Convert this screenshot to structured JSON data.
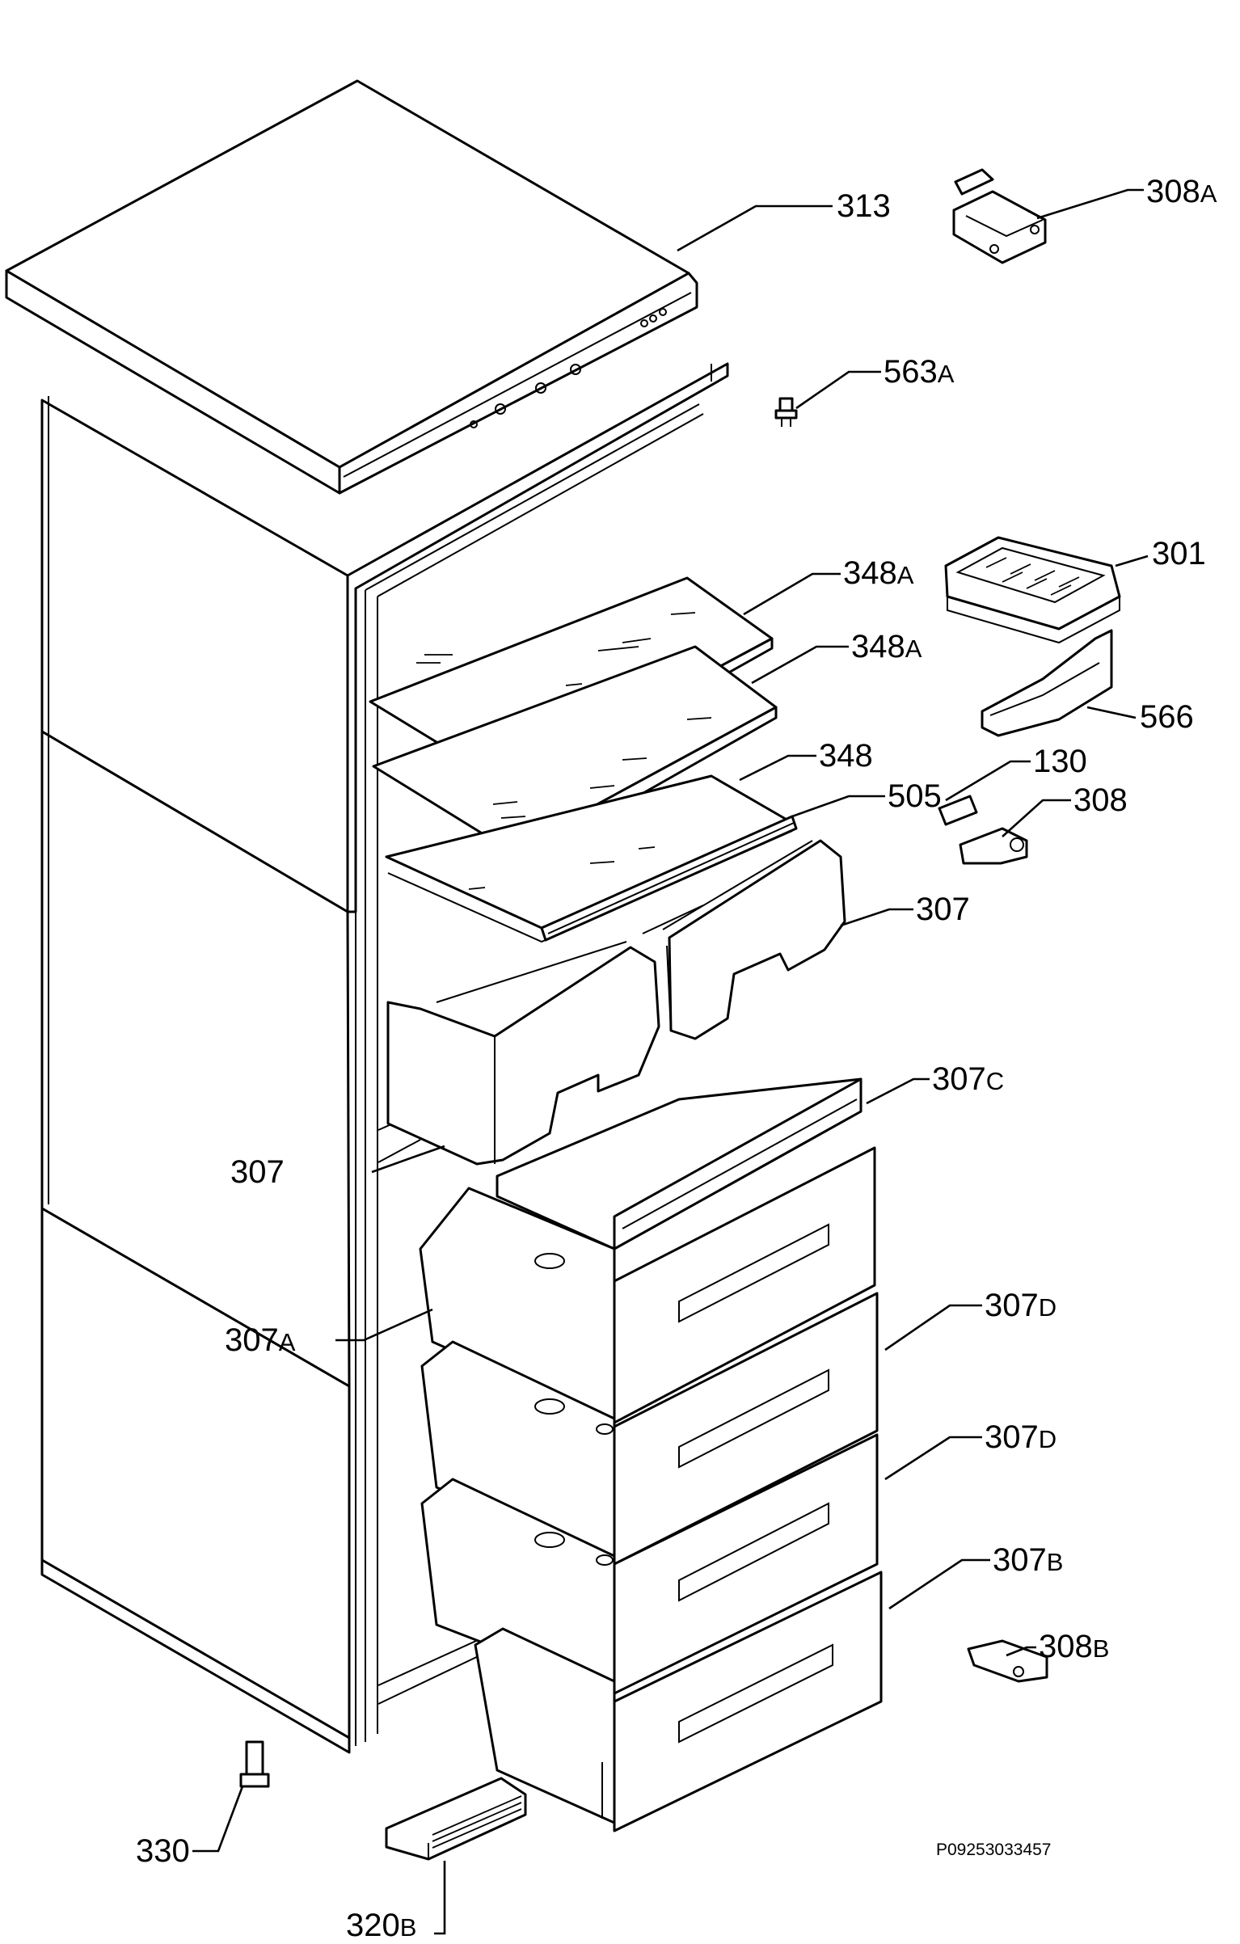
{
  "diagram": {
    "drawing_code": "P09253033457",
    "callouts": [
      {
        "id": "313",
        "num": "313",
        "suffix": ""
      },
      {
        "id": "308A",
        "num": "308",
        "suffix": "A"
      },
      {
        "id": "563A",
        "num": "563",
        "suffix": "A"
      },
      {
        "id": "301",
        "num": "301",
        "suffix": ""
      },
      {
        "id": "348A-top",
        "num": "348",
        "suffix": "A"
      },
      {
        "id": "348A-mid",
        "num": "348",
        "suffix": "A"
      },
      {
        "id": "566",
        "num": "566",
        "suffix": ""
      },
      {
        "id": "348",
        "num": "348",
        "suffix": ""
      },
      {
        "id": "130",
        "num": "130",
        "suffix": ""
      },
      {
        "id": "505",
        "num": "505",
        "suffix": ""
      },
      {
        "id": "308",
        "num": "308",
        "suffix": ""
      },
      {
        "id": "307-right",
        "num": "307",
        "suffix": ""
      },
      {
        "id": "307C",
        "num": "307",
        "suffix": "C"
      },
      {
        "id": "307-left",
        "num": "307",
        "suffix": ""
      },
      {
        "id": "307D-upper",
        "num": "307",
        "suffix": "D"
      },
      {
        "id": "307A",
        "num": "307",
        "suffix": "A"
      },
      {
        "id": "307D-lower",
        "num": "307",
        "suffix": "D"
      },
      {
        "id": "307B",
        "num": "307",
        "suffix": "B"
      },
      {
        "id": "308B",
        "num": "308",
        "suffix": "B"
      },
      {
        "id": "330",
        "num": "330",
        "suffix": ""
      },
      {
        "id": "320B",
        "num": "320",
        "suffix": "B"
      }
    ]
  }
}
